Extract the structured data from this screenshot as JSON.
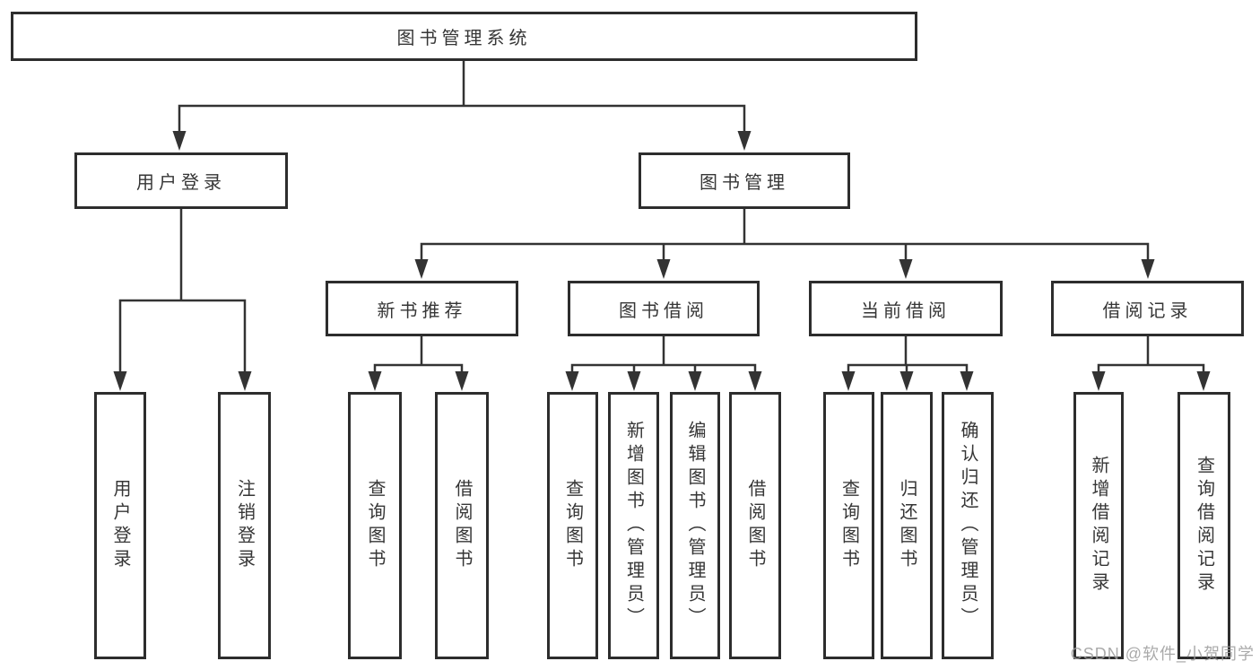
{
  "tree": {
    "label": "图书管理系统",
    "children": [
      {
        "label": "用户登录",
        "children": [
          {
            "label": "用户登录"
          },
          {
            "label": "注销登录"
          }
        ]
      },
      {
        "label": "图书管理",
        "children": [
          {
            "label": "新书推荐",
            "children": [
              {
                "label": "查询图书"
              },
              {
                "label": "借阅图书"
              }
            ]
          },
          {
            "label": "图书借阅",
            "children": [
              {
                "label": "查询图书"
              },
              {
                "label": "新增图书（管理员）"
              },
              {
                "label": "编辑图书（管理员）"
              },
              {
                "label": "借阅图书"
              }
            ]
          },
          {
            "label": "当前借阅",
            "children": [
              {
                "label": "查询图书"
              },
              {
                "label": "归还图书"
              },
              {
                "label": "确认归还（管理员）"
              }
            ]
          },
          {
            "label": "借阅记录",
            "children": [
              {
                "label": "新增借阅记录"
              },
              {
                "label": "查询借阅记录"
              }
            ]
          }
        ]
      }
    ]
  },
  "watermark": {
    "text": "CSDN @软件_小贺同学"
  },
  "colors": {
    "line": "#333333",
    "border": "#2d2d2d",
    "text": "#363636",
    "watermark": "#9c9c9c"
  }
}
